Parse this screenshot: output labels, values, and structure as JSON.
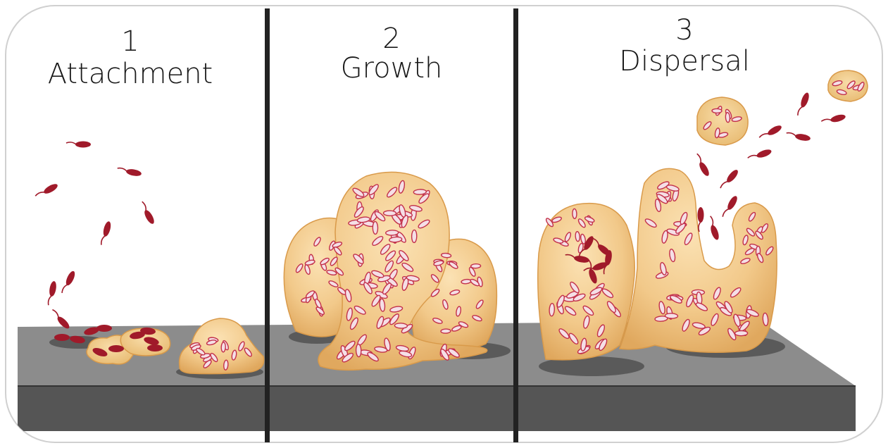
{
  "panels": [
    {
      "number": "1",
      "title": "Attachment"
    },
    {
      "number": "2",
      "title": "Growth"
    },
    {
      "number": "3",
      "title": "Dispersal"
    }
  ],
  "colors": {
    "surface_top": "#8c8c8c",
    "surface_front": "#555555",
    "divider": "#222222",
    "biofilm_fill": "#f2c98a",
    "biofilm_edge": "#d99a4a",
    "bacterium_free": "#a01a2a",
    "bacterium_embedded": "#f5dfe6",
    "bacterium_embedded_outline": "#c2304a"
  }
}
